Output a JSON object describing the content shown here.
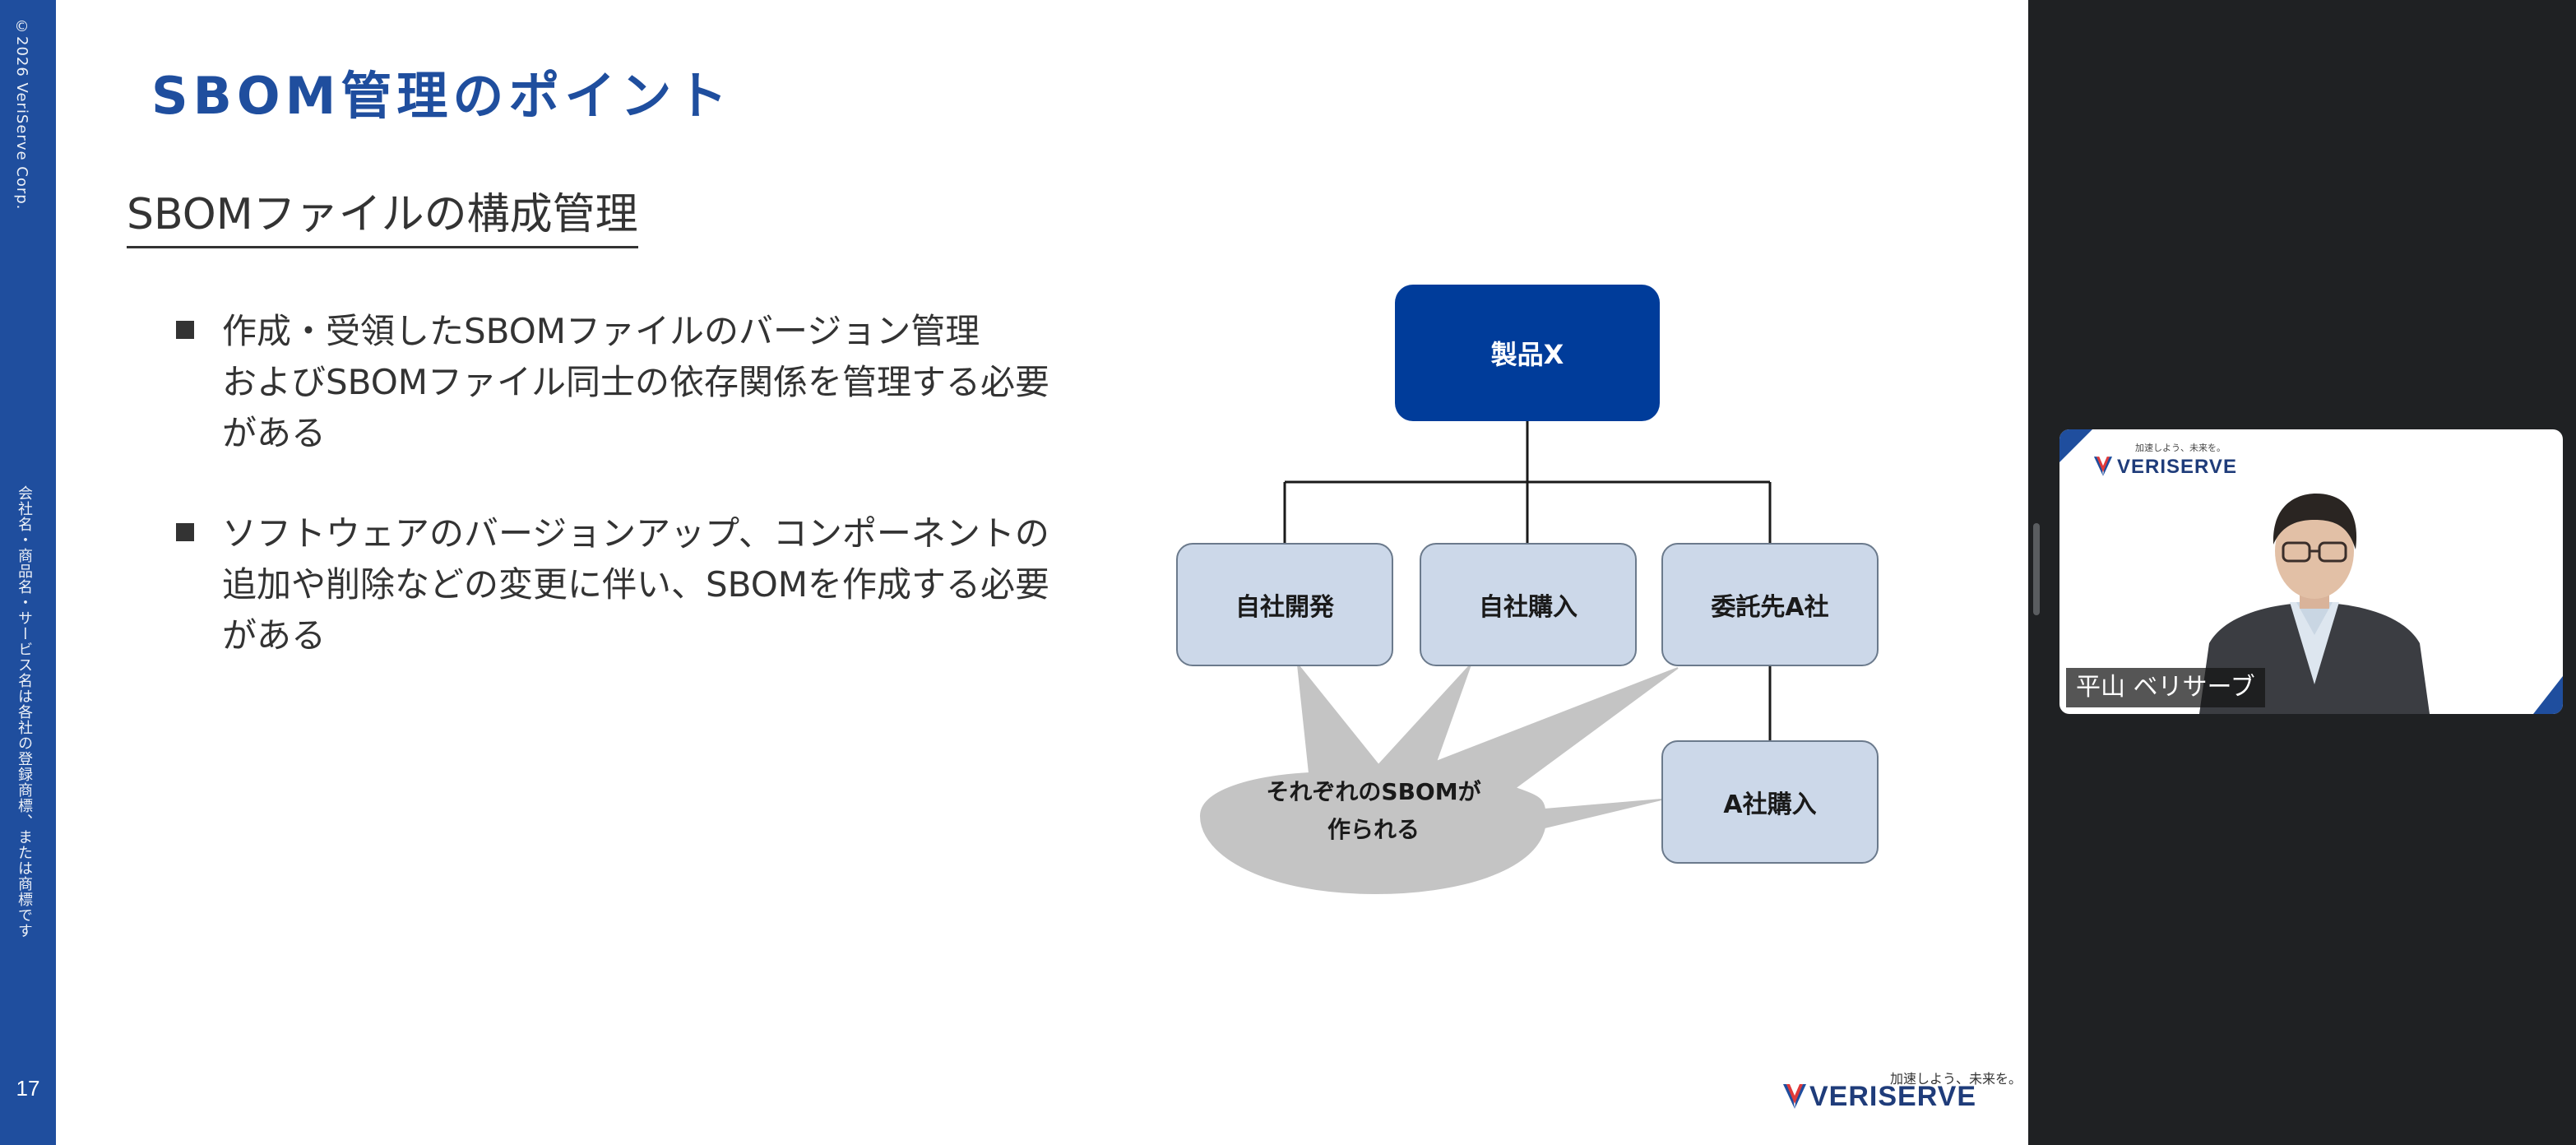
{
  "slide": {
    "title": "SBOM管理のポイント",
    "subheading": "SBOMファイルの構成管理",
    "bullets": [
      "作成・受領したSBOMファイルのバージョン管理\nおよびSBOMファイル同士の依存関係を管理する必要\nがある",
      "ソフトウェアのバージョンアップ、コンポーネントの\n追加や削除などの変更に伴い、SBOMを作成する必要\nがある"
    ],
    "diagram": {
      "product": "製品X",
      "in_house": "自社開発",
      "in_house_purchase": "自社購入",
      "contractor": "委託先A社",
      "a_purchase": "A社購入",
      "bubble": "それぞれのSBOMが\n作られる"
    },
    "sidebar": {
      "copyright": "©2026 VeriServe Corp.",
      "notice": "会社名・商品名・サービス名は各社の登録商標、または商標です",
      "page_number": "17"
    },
    "footer": {
      "tagline": "加速しよう、未来を。",
      "brand": "VERISERVE"
    }
  },
  "video_tile": {
    "brand": "VERISERVE",
    "tagline": "加速しよう、未来を。",
    "participant_name": "平山 ベリサーブ"
  },
  "colors": {
    "brand_blue": "#1f4e9e",
    "product_box": "#003c9a",
    "sub_box": "#ccd8e9",
    "bubble": "#c4c4c4",
    "window_bg": "#1f2123"
  }
}
